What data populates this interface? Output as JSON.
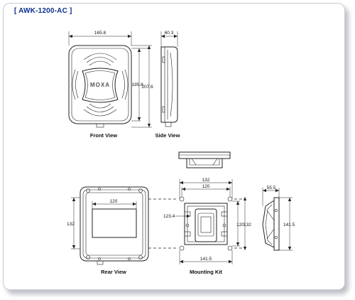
{
  "title": "[ AWK-1200-AC ]",
  "logo_text": "MOXA",
  "views": {
    "front": "Front View",
    "side": "Side View",
    "rear": "Rear View",
    "mounting": "Mounting Kit"
  },
  "dimensions": {
    "front_width": "165.8",
    "front_height_inner": "195.8",
    "front_height_total": "207.6",
    "side_depth": "60.3",
    "rear_width": "120",
    "rear_height": "132",
    "kit_width_outer": "132",
    "kit_width_inner": "120",
    "kit_hole_offset": "123.4",
    "kit_height_inner": "120",
    "kit_height_outer": "132",
    "kit_base_width": "141.5",
    "bracket_depth": "55.5",
    "bracket_height": "141.5"
  }
}
